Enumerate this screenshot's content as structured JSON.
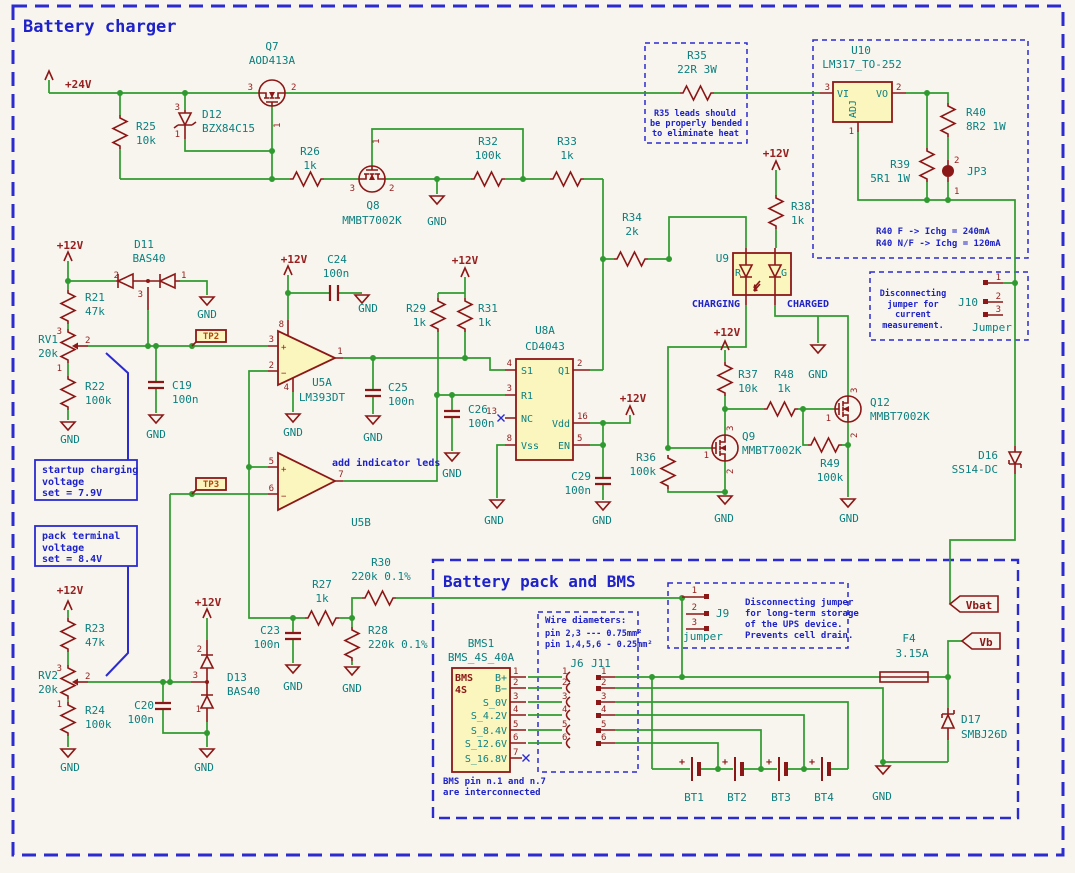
{
  "title": "Battery charger",
  "section": "Battery pack and BMS",
  "t": {
    "q7": "Q7",
    "q7v": "AOD413A",
    "q8": "Q8",
    "q9": "Q9",
    "q12": "Q12",
    "mmbt": "MMBT7002K",
    "r21": "R21",
    "r22": "R22",
    "r23": "R23",
    "r24": "R24",
    "r25": "R25",
    "r26": "R26",
    "r27": "R27",
    "r28": "R28",
    "r29": "R29",
    "r30": "R30",
    "r31": "R31",
    "r32": "R32",
    "r33": "R33",
    "r34": "R34",
    "r35": "R35",
    "r36": "R36",
    "r37": "R37",
    "r38": "R38",
    "r39": "R39",
    "r40": "R40",
    "r48": "R48",
    "r49": "R49",
    "v10k": "10k",
    "v1k": "1k",
    "v2k": "2k",
    "v47k": "47k",
    "v20k": "20k",
    "v100k": "100k",
    "v100n": "100n",
    "v220k": "220k 0.1%",
    "v22r": "22R 3W",
    "v8r2": "8R2 1W",
    "v5r1": "5R1 1W",
    "rv1": "RV1",
    "rv2": "RV2",
    "c19": "C19",
    "c20": "C20",
    "c23": "C23",
    "c24": "C24",
    "c25": "C25",
    "c26": "C26",
    "c29": "C29",
    "d11": "D11",
    "d12": "D12",
    "d13": "D13",
    "d16": "D16",
    "d17": "D17",
    "bas40": "BAS40",
    "bzx": "BZX84C15",
    "ss14": "SS14-DC",
    "smbj": "SMBJ26D",
    "u5a": "U5A",
    "u5b": "U5B",
    "lm393": "LM393DT",
    "u8a": "U8A",
    "cd4043": "CD4043",
    "u9": "U9",
    "u10": "U10",
    "lm317": "LM317_TO-252",
    "jp3": "JP3",
    "j6": "J6",
    "j9": "J9",
    "j10": "J10",
    "j11": "J11",
    "jumperc": "Jumper",
    "jumperl": "jumper",
    "f4": "F4",
    "f4v": "3.15A",
    "bms1": "BMS1",
    "bmsv": "BMS_4S_40A",
    "bms": "BMS",
    "s4": "4S",
    "bt1": "BT1",
    "bt2": "BT2",
    "bt3": "BT3",
    "bt4": "BT4",
    "tp2": "TP2",
    "tp3": "TP3",
    "vbat": "Vbat",
    "vb": "Vb",
    "gnd": "GND",
    "p12": "+12V",
    "p24": "+24V",
    "plus": "+",
    "minus": "−",
    "s1": "S1",
    "r1": "R1",
    "nc": "NC",
    "vss": "Vss",
    "q1": "Q1",
    "vdd": "Vdd",
    "en": "EN",
    "vi": "VI",
    "vo": "VO",
    "adj": "ADJ",
    "bp": "B+",
    "bm": "B−",
    "s0": "S_0V",
    "s42": "S_4.2V",
    "s84": "S_8.4V",
    "s126": "S_12.6V",
    "s168": "S_16.8V",
    "charging": "CHARGING",
    "charged": "CHARGED",
    "p1": "1",
    "p2": "2",
    "p3": "3",
    "p4": "4",
    "p5": "5",
    "p6": "6",
    "p7": "7",
    "p8": "8",
    "p13": "13",
    "p16": "16",
    "ledr": "R",
    "ledg": "G"
  },
  "notes": {
    "r35": [
      "R35 leads should",
      "be properly bended",
      "to eliminate heat"
    ],
    "r40": [
      "R40  F   -> Ichg = 240mA",
      "R40 N/F -> Ichg = 120mA"
    ],
    "j10": [
      "Disconnecting",
      "jumper for",
      "current",
      "measurement."
    ],
    "j9": [
      "Disconnecting jumper",
      "for long-term storage",
      "of the UPS device.",
      "Prevents cell drain."
    ],
    "wire": [
      "Wire diameters:",
      "pin 2,3 --- 0.75mm²",
      "pin 1,4,5,6 - 0.25mm²"
    ],
    "bmspin": [
      "BMS pin n.1 and n.7",
      "are interconnected"
    ],
    "startup": [
      "startup charging",
      "voltage",
      "set = 7.9V"
    ],
    "pack": [
      "pack terminal",
      "voltage",
      "set = 8.4V"
    ],
    "leds": "add indicator leds"
  },
  "colors": {
    "background": "#f7f5ed",
    "wire": "#2f9a2f",
    "symbol": "#8c1717",
    "label": "#0c8080",
    "note": "#1e22c8",
    "fill": "#fbf5be",
    "pin": "#962020"
  }
}
